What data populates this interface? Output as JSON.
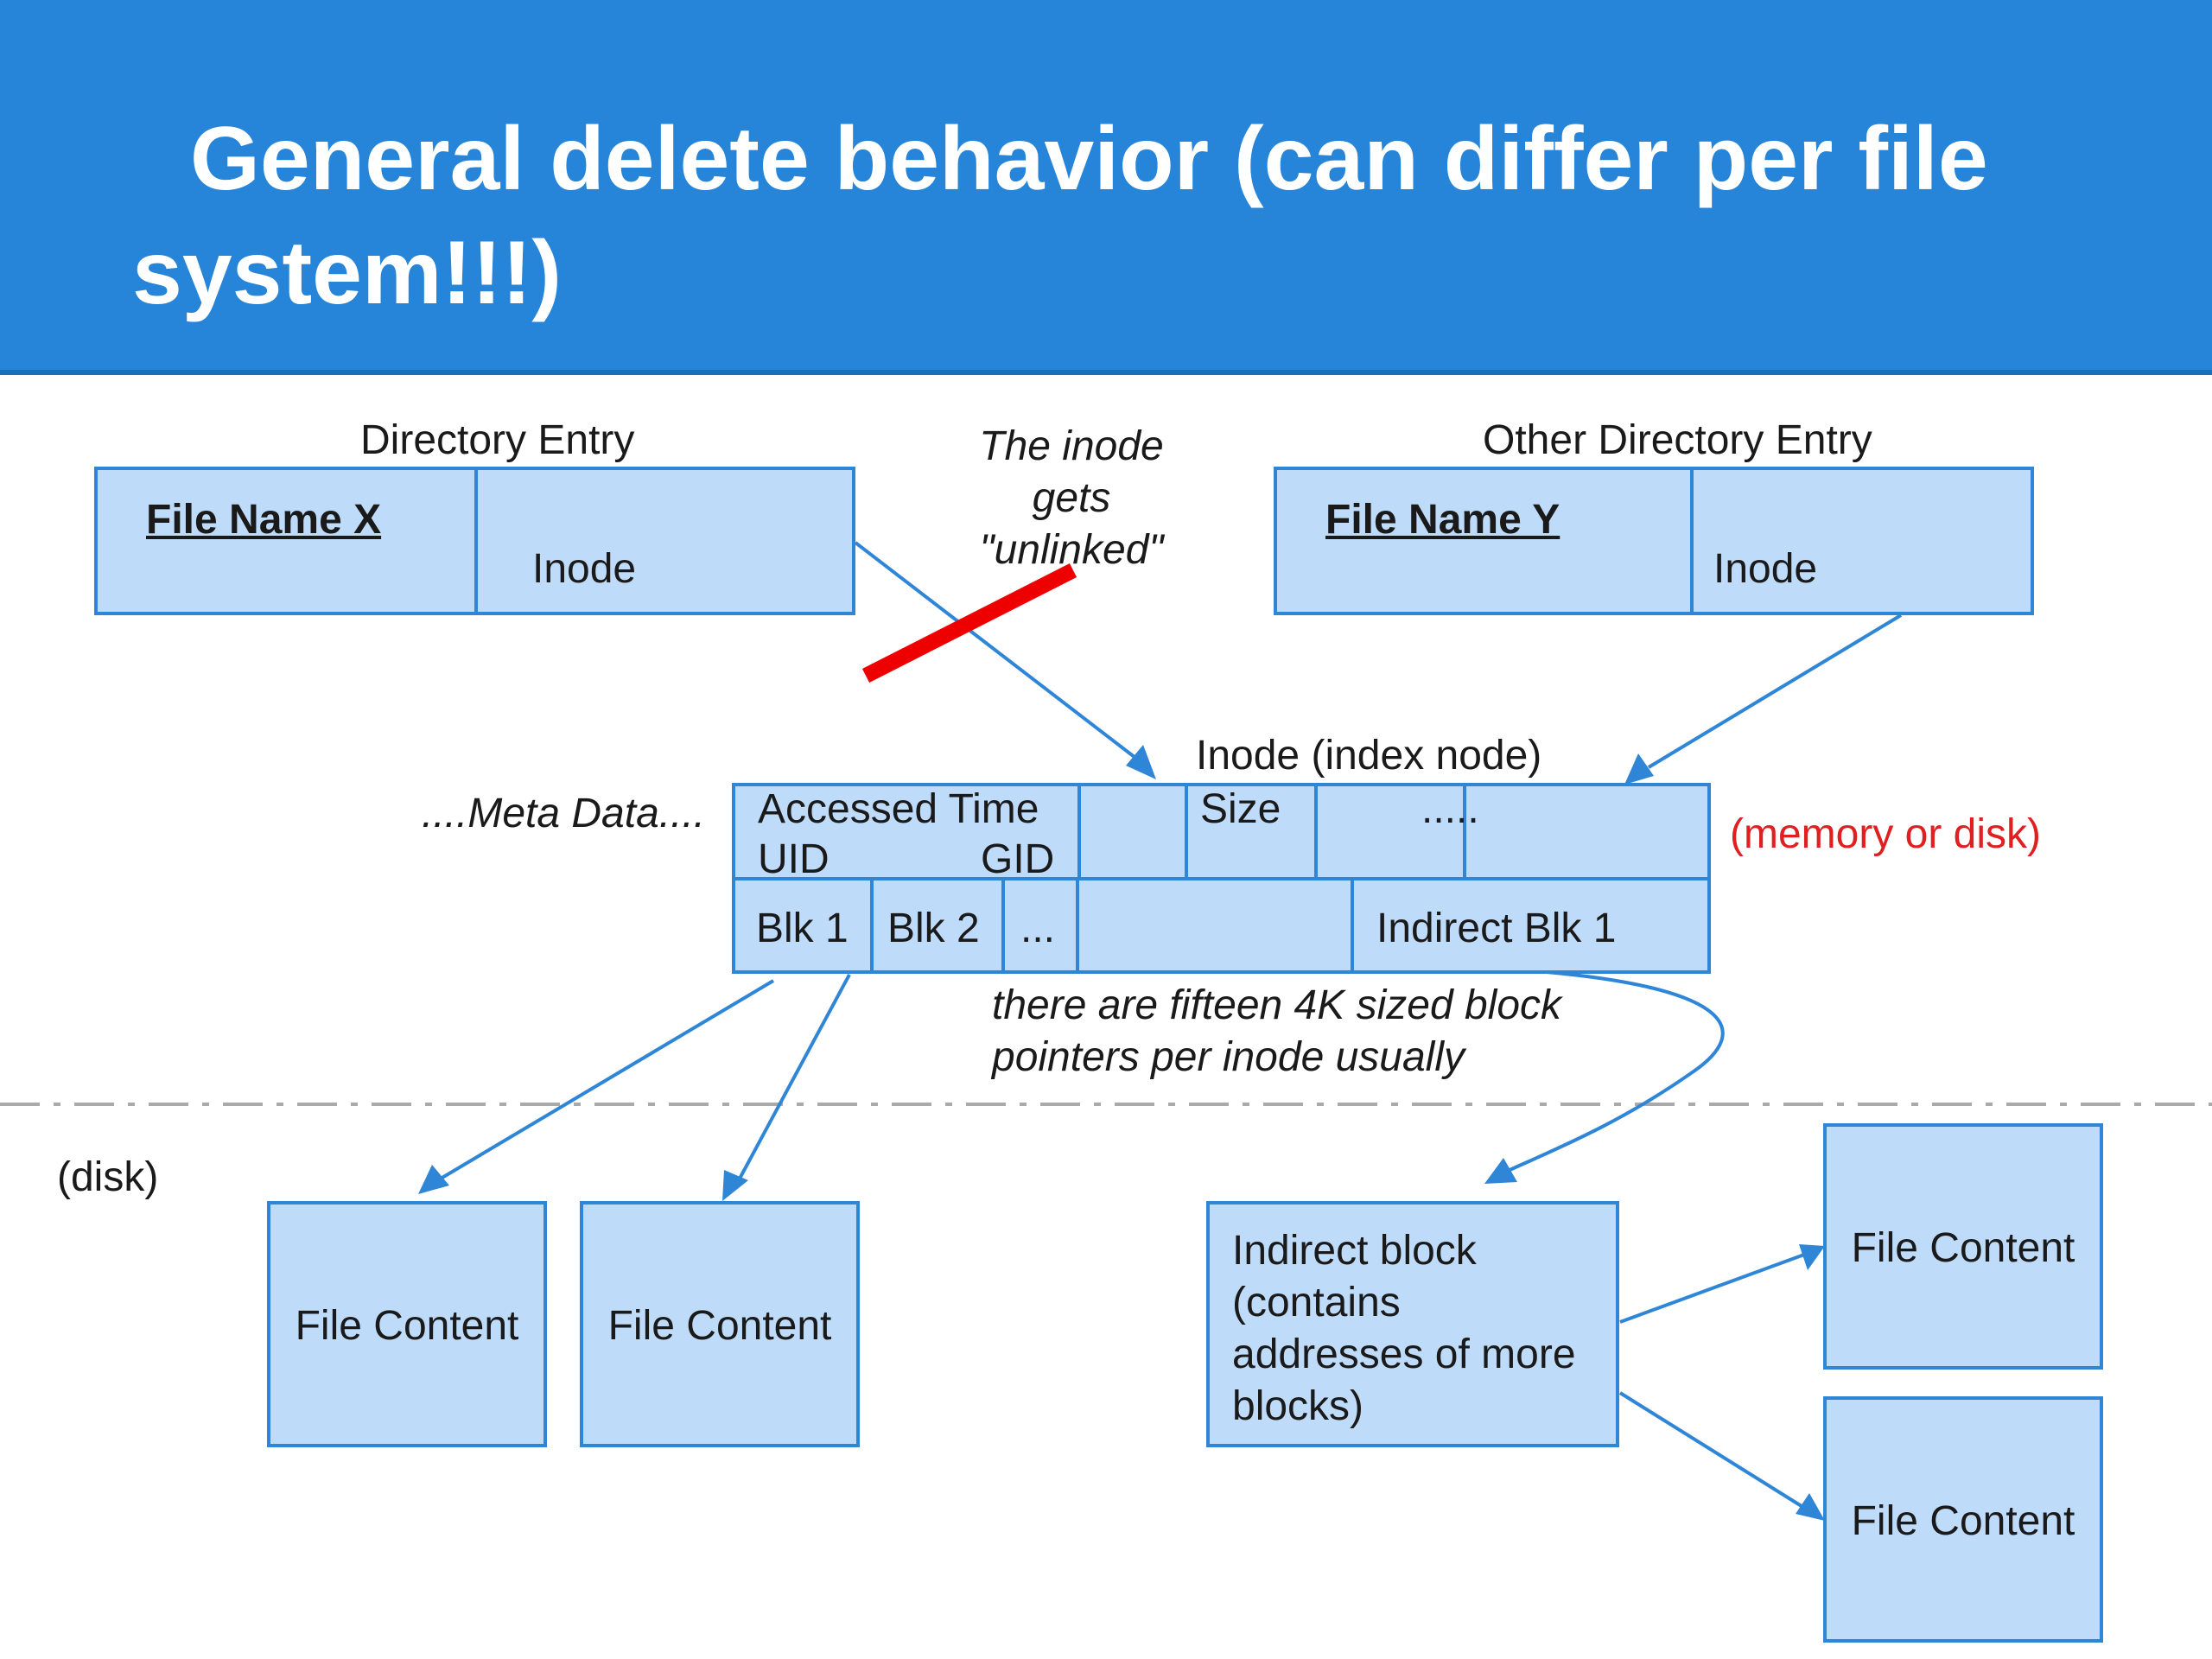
{
  "title": {
    "line1": "General delete behavior (can differ per file",
    "line2": "system!!!)"
  },
  "dir_entry": {
    "label": "Directory Entry",
    "file_name": "File Name  X",
    "inode": "Inode"
  },
  "other_dir_entry": {
    "label": "Other Directory Entry",
    "file_name": "File Name  Y",
    "inode": "Inode"
  },
  "unlinked_note": [
    "The inode",
    "gets",
    "\"unlinked\""
  ],
  "inode": {
    "label": "Inode (index node)",
    "meta_label": "....Meta Data....",
    "accessed_time": "Accessed Time",
    "uid": "UID",
    "gid": "GID",
    "size": "Size",
    "more": ".....",
    "blk1": "Blk 1",
    "blk2": "Blk 2",
    "ellipsis": "...",
    "indirect": "Indirect Blk 1"
  },
  "memory_note": "(memory or disk)",
  "pointer_note": [
    "there are fifteen 4K sized block",
    "pointers per inode usually"
  ],
  "disk_label": "(disk)",
  "file_content": "File Content",
  "indirect_block": [
    "Indirect block",
    "(contains",
    "addresses of more",
    "blocks)"
  ],
  "colors": {
    "header": "#2685d8",
    "box_fill": "#bfdbfa",
    "box_border": "#2f86d7",
    "arrow": "#2f86d7",
    "strike": "#ee0000",
    "note_red": "#e02020"
  }
}
